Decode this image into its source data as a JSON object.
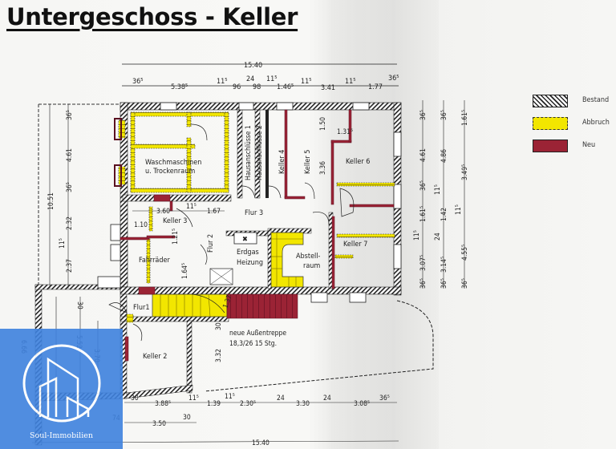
{
  "title": "Untergeschoss - Keller",
  "legend": [
    {
      "label": "Bestand",
      "swatch": "hatch",
      "color": "#222222"
    },
    {
      "label": "Abbruch",
      "swatch": "yellow",
      "color": "#f2e600"
    },
    {
      "label": "Neu",
      "swatch": "red",
      "color": "#9b2335"
    }
  ],
  "rooms": {
    "waschmaschinen_line1": "Waschmaschinen",
    "waschmaschinen_line2": "u. Trockenraum",
    "hausanschluesse1": "Hausanschlüsse 1",
    "hausanschluesse2": "Hausanschlüsse 2",
    "keller4": "Keller 4",
    "keller5": "Keller 5",
    "keller6": "Keller 6",
    "keller7": "Keller 7",
    "keller3": "Keller 3",
    "keller2": "Keller 2",
    "flur1": "Flur1",
    "flur2": "Flur 2",
    "flur3": "Flur 3",
    "fahrraeder": "Fahrräder",
    "erdgas_line1": "Erdgas",
    "erdgas_line2": "Heizung",
    "abstell_line1": "Abstell-",
    "abstell_line2": "raum",
    "aussentreppe_line1": "neue Außentreppe",
    "aussentreppe_line2": "18,3/26 15 Stg."
  },
  "dimensions": {
    "top_total": "15.40",
    "top_chain": [
      "36⁵",
      "5.38⁵",
      "11⁵",
      "96",
      "24",
      "98",
      "11⁵",
      "1.46⁵",
      "11⁵",
      "3.41",
      "11⁵",
      "1.77",
      "36⁵"
    ],
    "bottom_chain1": [
      "30",
      "3.88⁵",
      "11⁵",
      "1.39",
      "11⁵",
      "2.30⁵",
      "24",
      "3.30",
      "24",
      "3.08⁵",
      "36⁵"
    ],
    "bottom_chain2": [
      "3.50",
      "30"
    ],
    "bottom_total": "15.40",
    "bottom_left": [
      "4.80",
      "74",
      "56"
    ],
    "left_total": "10.51",
    "left_chain": [
      "36⁵",
      "4.61",
      "36⁵",
      "2.32",
      "11⁵",
      "2.37",
      "36⁵",
      "30"
    ],
    "left_lower": [
      "6.66",
      "5.52",
      "3.70"
    ],
    "right_chain_a": [
      "36⁵",
      "4.61",
      "36⁵",
      "1.61⁵",
      "11⁵",
      "3.07⁵",
      "36⁵"
    ],
    "right_chain_b": [
      "36⁵",
      "4.86",
      "11⁵",
      "1.42",
      "24",
      "3.14⁵",
      "36⁵"
    ],
    "right_chain_c": [
      "1.61⁵",
      "3.49⁵",
      "11⁵",
      "4.55⁵",
      "36⁵"
    ],
    "inner": [
      "3.60",
      "11⁵",
      "1.67",
      "1.10",
      "50",
      "1.21⁵",
      "1.64⁵",
      "1.50",
      "3.36",
      "1.31⁵",
      "1.1⁵",
      "3.32",
      "30",
      "1.37"
    ]
  },
  "watermark": {
    "brand": "Soul-Immobilien",
    "color": "#3f82de"
  }
}
